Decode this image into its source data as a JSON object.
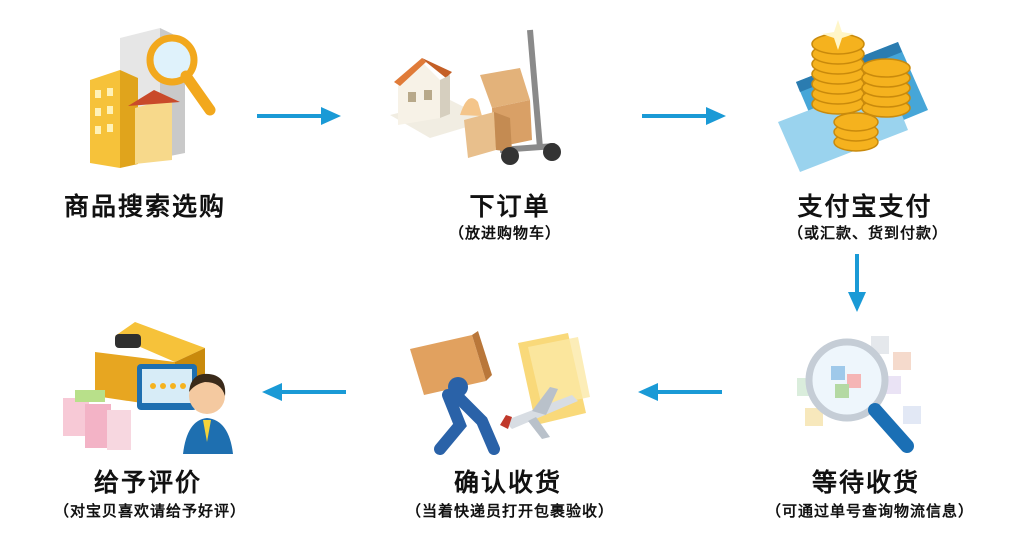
{
  "colors": {
    "arrow": "#1a9ad6",
    "gold": "#f5b21e",
    "box": "#d9a066",
    "card": "#46a6d8",
    "cube": "#9fc9ea"
  },
  "steps": [
    {
      "title": "商品搜索选购",
      "subtitle": "",
      "icon": "building-magnifier-icon"
    },
    {
      "title": "下订单",
      "subtitle": "（放进购物车）",
      "icon": "house-hand-truck-icon"
    },
    {
      "title": "支付宝支付",
      "subtitle": "（或汇款、货到付款）",
      "icon": "coins-bank-card-icon"
    },
    {
      "title": "等待收货",
      "subtitle": "（可通过单号查询物流信息）",
      "icon": "magnifier-cubes-icon"
    },
    {
      "title": "确认收货",
      "subtitle": "（当着快递员打开包裹验收）",
      "icon": "courier-airplane-icon"
    },
    {
      "title": "给予评价",
      "subtitle": "（对宝贝喜欢请给予好评）",
      "icon": "gifts-customer-service-icon"
    }
  ]
}
